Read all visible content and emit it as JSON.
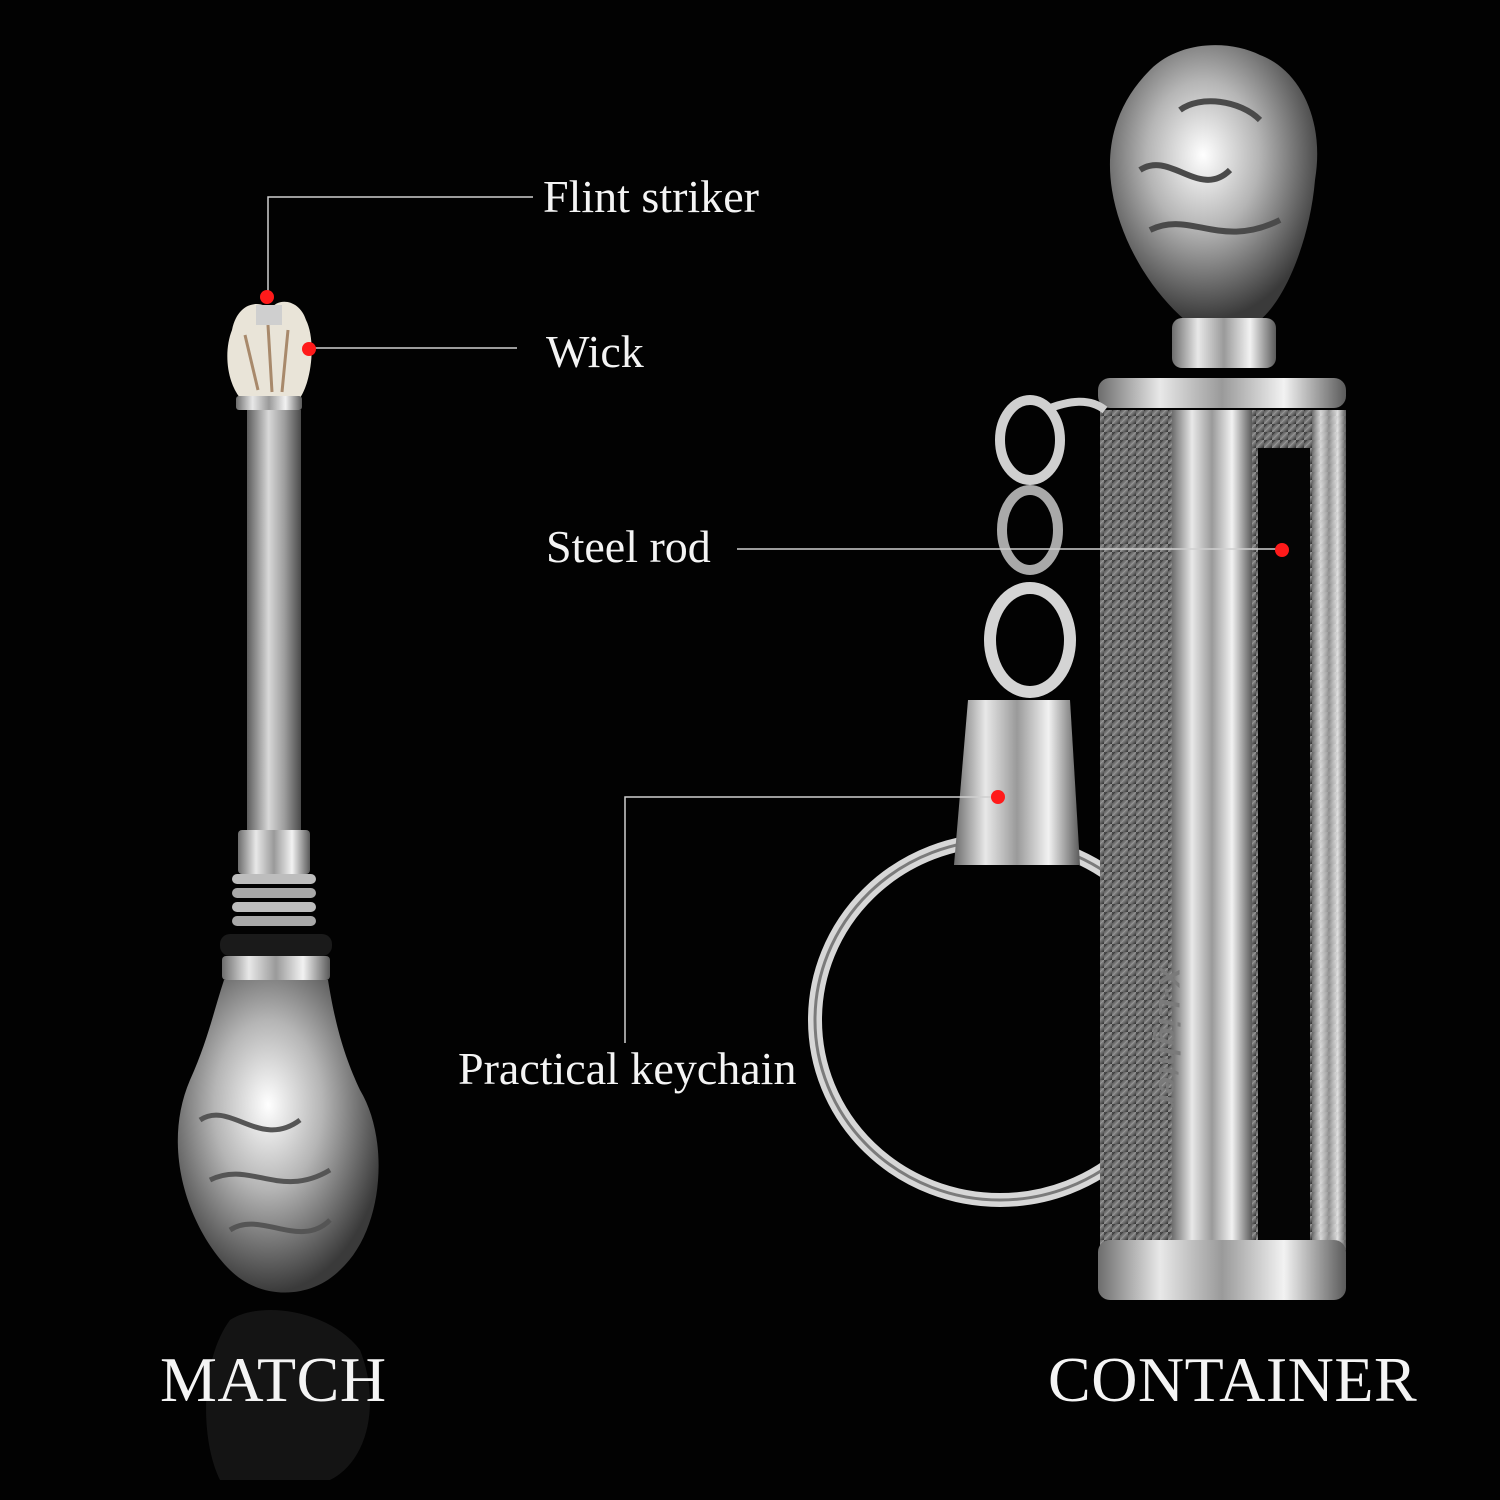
{
  "callouts": {
    "flint_striker": "Flint striker",
    "wick": "Wick",
    "steel_rod": "Steel rod",
    "practical_keychain": "Practical keychain"
  },
  "captions": {
    "match": "MATCH",
    "container": "CONTAINER"
  },
  "product": {
    "brand_mark": "X-Lighter"
  },
  "colors": {
    "background": "#000000",
    "marker": "#ff1a1a",
    "text": "#f4f4f4",
    "leader_line": "#cfcfcf",
    "metal": "#c9c9c9"
  }
}
